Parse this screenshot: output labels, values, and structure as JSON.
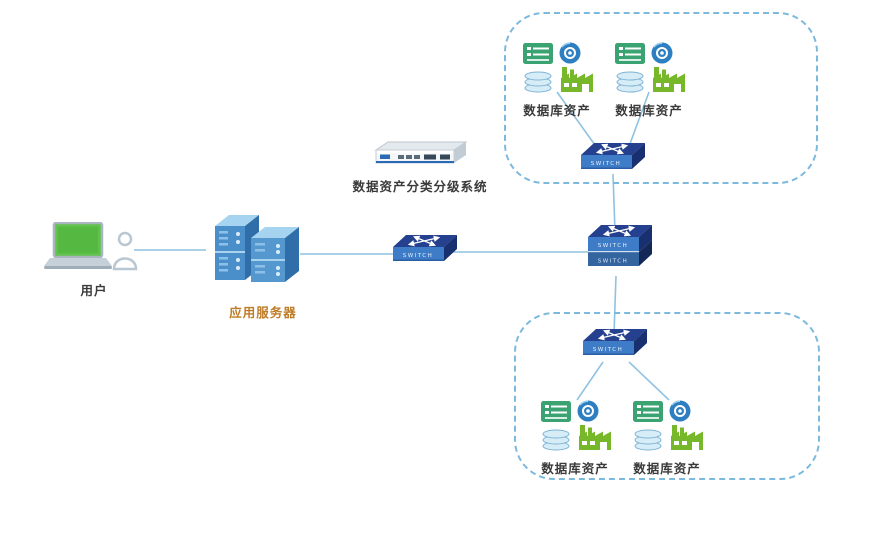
{
  "labels": {
    "user": "用户",
    "app_server": "应用服务器",
    "classifier": "数据资产分类分级系统",
    "switch": "SWITCH"
  },
  "groups": {
    "top": {
      "assets": [
        "数据库资产",
        "数据库资产"
      ]
    },
    "bottom": {
      "assets": [
        "数据库资产",
        "数据库资产"
      ]
    }
  },
  "colors": {
    "connection_line": "#8fc2e2",
    "group_border": "#7cb9de",
    "switch_top": "#24408e",
    "switch_front": "#3e7cc7",
    "server_front": "#4a8fc9",
    "laptop_screen": "#5bbf3f",
    "asset_document": "#3ba272",
    "asset_disc": "#2e7fc1",
    "asset_factory": "#76b82a",
    "label_text": "#3a3a3a",
    "app_server_label_color": "#bf7b25"
  }
}
